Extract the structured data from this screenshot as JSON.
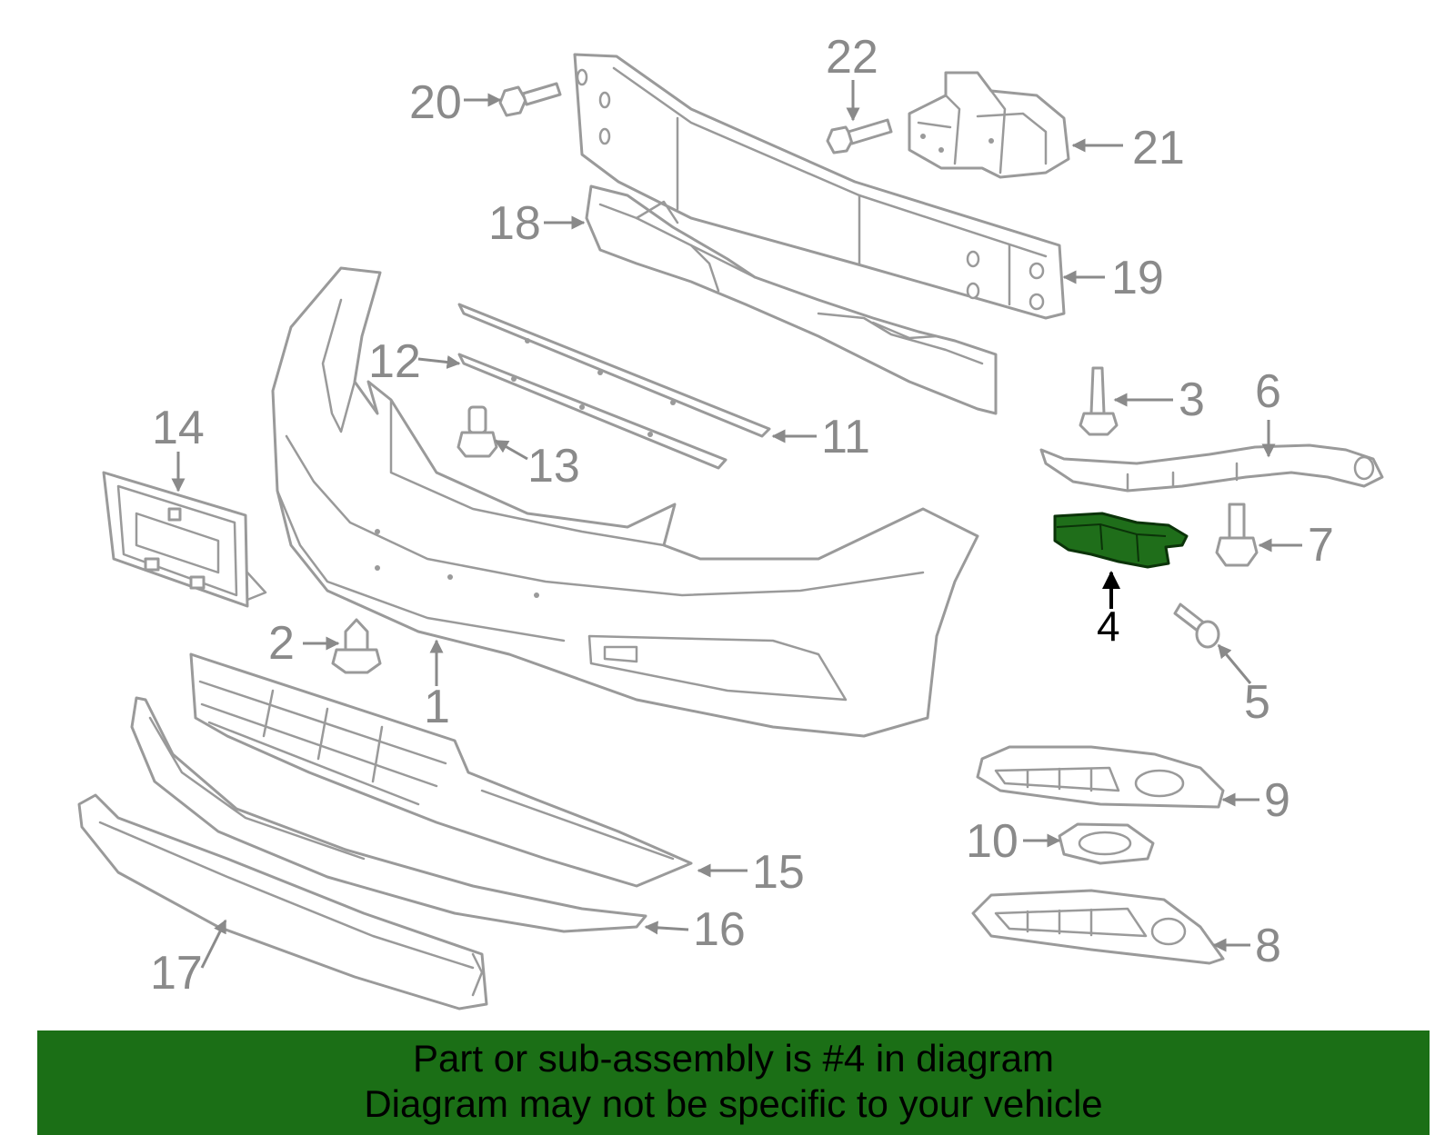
{
  "diagram": {
    "callouts": {
      "c1": "1",
      "c2": "2",
      "c3": "3",
      "c4": "4",
      "c5": "5",
      "c6": "6",
      "c7": "7",
      "c8": "8",
      "c9": "9",
      "c10": "10",
      "c11": "11",
      "c12": "12",
      "c13": "13",
      "c14": "14",
      "c15": "15",
      "c16": "16",
      "c17": "17",
      "c18": "18",
      "c19": "19",
      "c20": "20",
      "c21": "21",
      "c22": "22"
    },
    "highlighted_part": "4",
    "colors": {
      "outline": "#9a9a9a",
      "highlight": "#1f6e1a",
      "banner": "#1b6f16",
      "label": "#8a8a8a"
    }
  },
  "footer": {
    "line1": "Part or sub-assembly is #4 in diagram",
    "line2": "Diagram may not be specific to your vehicle"
  }
}
